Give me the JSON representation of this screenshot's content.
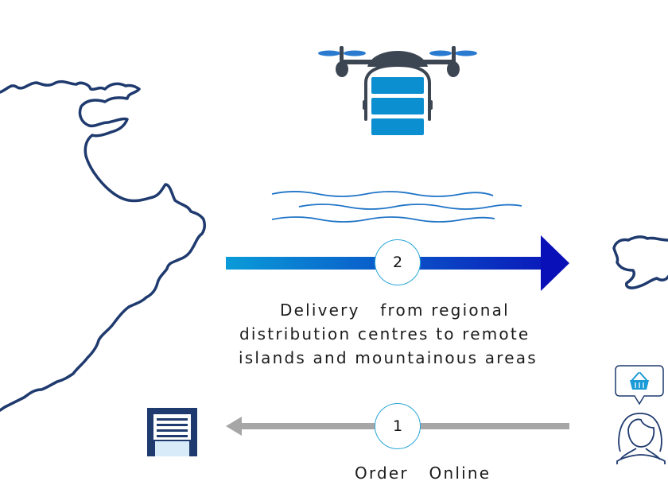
{
  "steps": [
    {
      "number": "2",
      "caption_lines": [
        "Delivery   from regional",
        "distribution centres to remote",
        "islands and mountainous areas"
      ]
    },
    {
      "number": "1",
      "caption": "Order   Online"
    }
  ],
  "icons": {
    "drone": "drone-icon",
    "warehouse": "warehouse-icon",
    "customer": "customer-icon",
    "basket": "shopping-basket-icon",
    "mainland": "mainland-map",
    "island": "island-map"
  },
  "colors": {
    "map_outline": "#1f3a6e",
    "delivery_arrow_start": "#0a9bd8",
    "delivery_arrow_end": "#0a10b8",
    "order_arrow": "#a6a6a6",
    "circle_border": "#2aa7d6",
    "drone_body": "#3c4653",
    "drone_boxes": "#0c8fd0",
    "propeller": "#2a7bd0",
    "wind": "#1f74c6"
  }
}
